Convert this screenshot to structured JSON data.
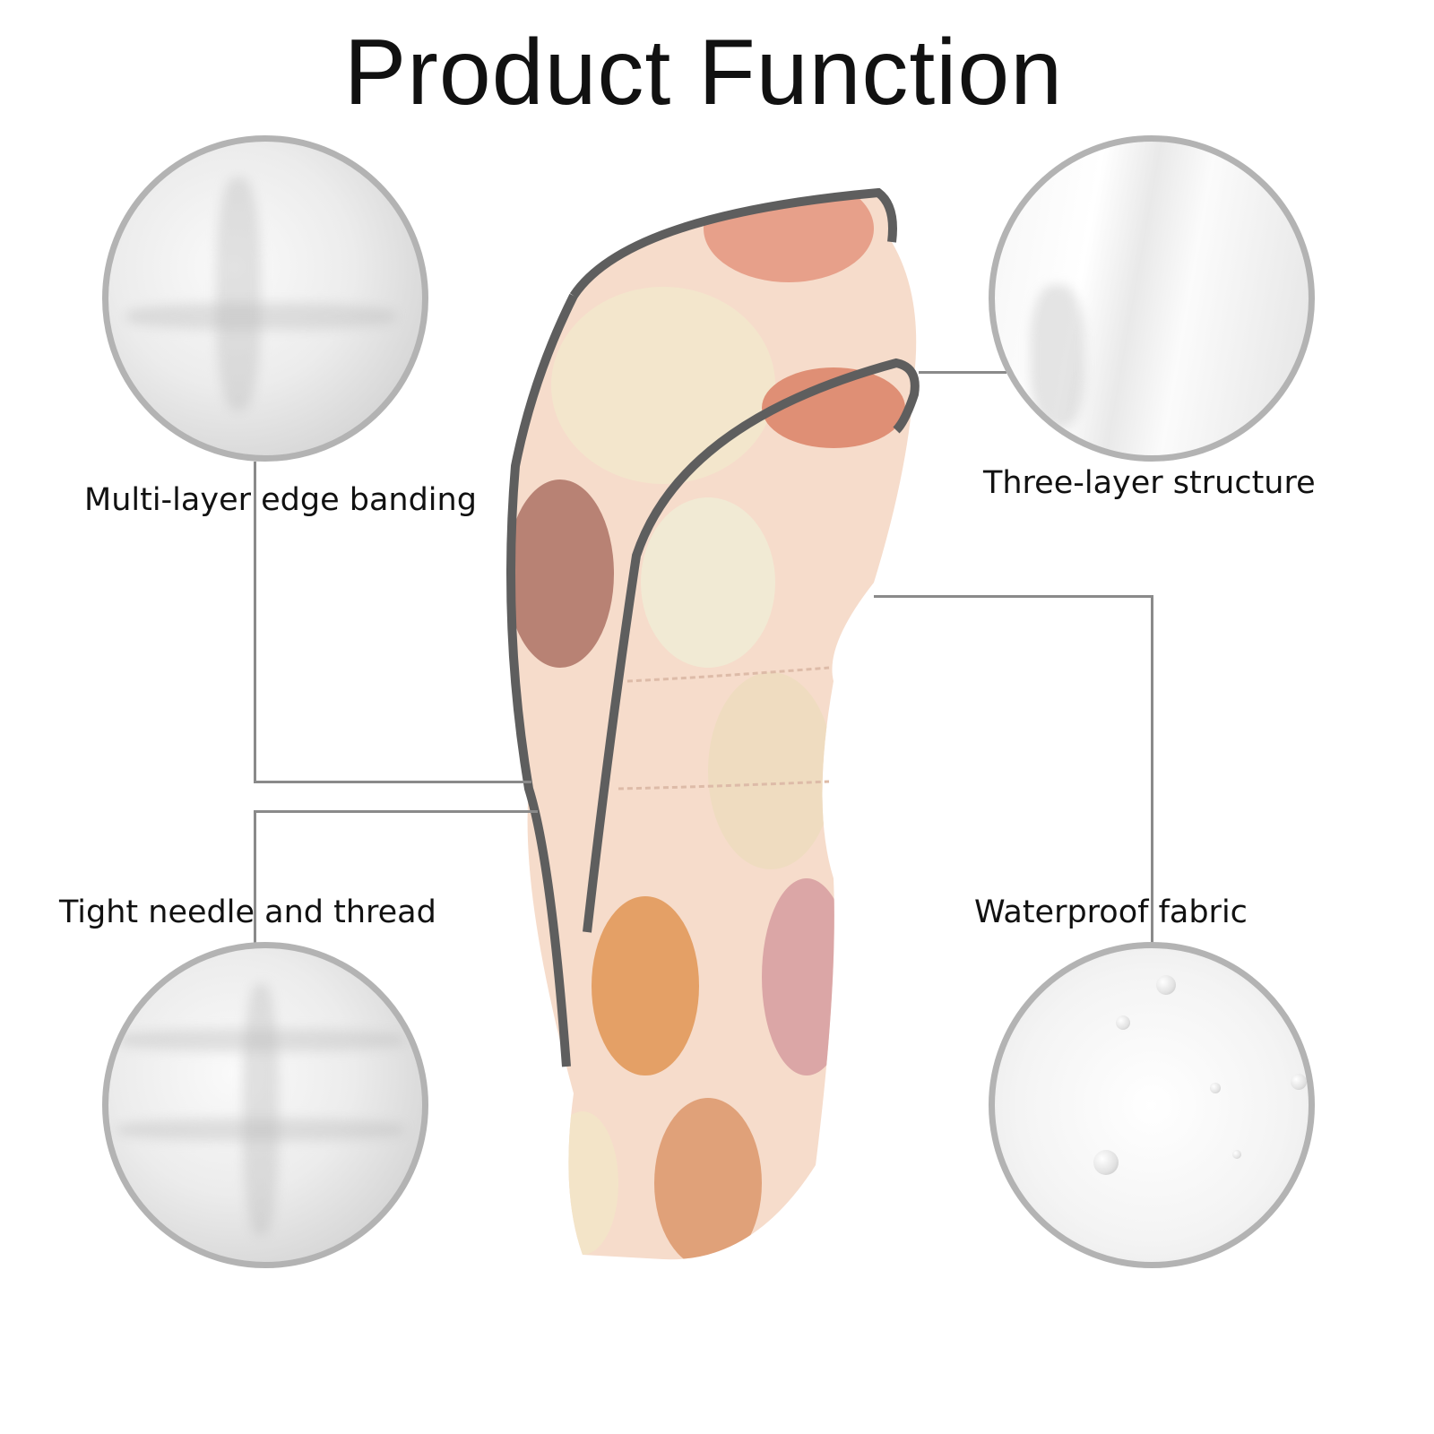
{
  "title": "Product Function",
  "features": [
    {
      "label": "Multi-layer edge banding"
    },
    {
      "label": "Three-layer structure"
    },
    {
      "label": "Tight needle and thread"
    },
    {
      "label": "Waterproof fabric"
    }
  ],
  "colors": {
    "fabric": "#f6dccb",
    "piping": "#5e5e5e",
    "circle_border": "#b3b3b3"
  }
}
